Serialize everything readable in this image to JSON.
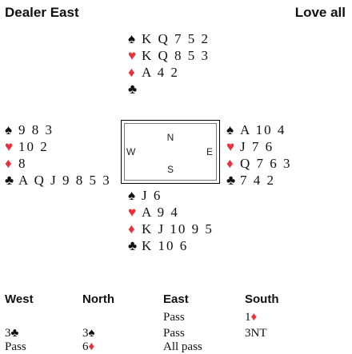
{
  "header": {
    "dealer": "Dealer East",
    "vulnerability": "Love all"
  },
  "suit_symbols": {
    "spades": "♠",
    "hearts": "♥",
    "diamonds": "♦",
    "clubs": "♣"
  },
  "hands": {
    "north": {
      "spades": "K Q 7 5 2",
      "hearts": "K Q 8 5 3",
      "diamonds": "A 4 2",
      "clubs": ""
    },
    "west": {
      "spades": "9 8 3",
      "hearts": "10 2",
      "diamonds": "8",
      "clubs": "A Q J 9 8 5 3"
    },
    "east": {
      "spades": "A 10 4",
      "hearts": "J 7 6",
      "diamonds": "Q 7 6 3",
      "clubs": "7 4 2"
    },
    "south": {
      "spades": "J 6",
      "hearts": "A 9 4",
      "diamonds": "K J 10 9 5",
      "clubs": "K 10 6"
    }
  },
  "compass": {
    "n": "N",
    "s": "S",
    "w": "W",
    "e": "E"
  },
  "bidding": {
    "headers": [
      "West",
      "North",
      "East",
      "South"
    ],
    "rows": [
      [
        "",
        "",
        "Pass",
        "1♦"
      ],
      [
        "3♣",
        "3♠",
        "Pass",
        "3NT"
      ],
      [
        "Pass",
        "6♦",
        "All pass",
        ""
      ]
    ]
  },
  "colors": {
    "red_suit": "#e8313a",
    "black_suit": "#111111"
  }
}
